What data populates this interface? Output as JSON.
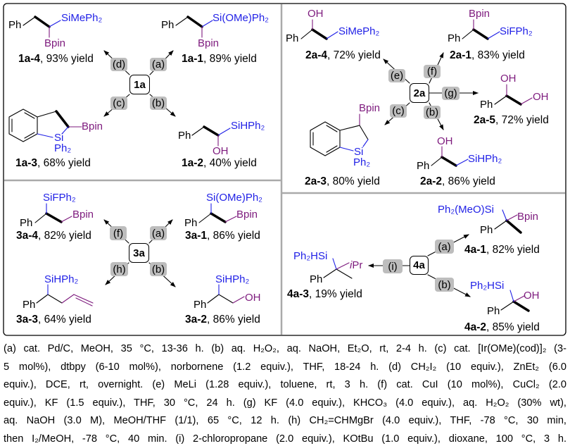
{
  "panel1": {
    "center": "1a",
    "conditions": {
      "d": "(d)",
      "a": "(a)",
      "c": "(c)",
      "b": "(b)"
    },
    "c4": {
      "id": "1a-4",
      "yield": ", 93% yield",
      "ph": "Ph",
      "si": "SiMePh₂",
      "b": "Bpin"
    },
    "c1": {
      "id": "1a-1",
      "yield": ", 89% yield",
      "ph": "Ph",
      "si": "Si(OMe)Ph₂",
      "b": "Bpin"
    },
    "c3": {
      "id": "1a-3",
      "yield": ", 68% yield",
      "b": "Bpin",
      "si": "Si",
      "ph2": "Ph₂"
    },
    "c2": {
      "id": "1a-2",
      "yield": ", 40% yield",
      "ph": "Ph",
      "si": "SiHPh₂",
      "oh": "OH"
    }
  },
  "panel2": {
    "center": "2a",
    "conditions": {
      "e": "(e)",
      "f": "(f)",
      "g": "(g)",
      "c": "(c)",
      "b": "(b)"
    },
    "c4": {
      "id": "2a-4",
      "yield": ", 72% yield",
      "oh": "OH",
      "ph": "Ph",
      "si": "SiMePh₂"
    },
    "c1": {
      "id": "2a-1",
      "yield": ", 83% yield",
      "b": "Bpin",
      "ph": "Ph",
      "si": "SiFPh₂"
    },
    "c5": {
      "id": "2a-5",
      "yield": ", 72% yield",
      "oh1": "OH",
      "ph": "Ph",
      "oh2": "OH"
    },
    "c3": {
      "id": "2a-3",
      "yield": ", 80% yield",
      "b": "Bpin",
      "si": "Si",
      "ph2": "Ph₂"
    },
    "c2": {
      "id": "2a-2",
      "yield": ", 86% yield",
      "oh": "OH",
      "ph": "Ph",
      "si": "SiHPh₂"
    }
  },
  "panel3": {
    "center": "3a",
    "conditions": {
      "f": "(f)",
      "a": "(a)",
      "h": "(h)",
      "b": "(b)"
    },
    "c4": {
      "id": "3a-4",
      "yield": ", 82% yield",
      "si": "SiFPh₂",
      "ph": "Ph",
      "b": "Bpin"
    },
    "c1": {
      "id": "3a-1",
      "yield": ", 86% yield",
      "si": "Si(OMe)Ph₂",
      "ph": "Ph",
      "b": "Bpin"
    },
    "c3": {
      "id": "3a-3",
      "yield": ", 64% yield",
      "si": "SiHPh₂",
      "ph": "Ph"
    },
    "c2": {
      "id": "3a-2",
      "yield": ", 86% yield",
      "si": "SiHPh₂",
      "ph": "Ph",
      "oh": "OH"
    }
  },
  "panel4": {
    "center": "4a",
    "conditions": {
      "a": "(a)",
      "b": "(b)",
      "i": "(i)"
    },
    "c1": {
      "id": "4a-1",
      "yield": ", 82% yield",
      "si": "Ph₂(MeO)Si",
      "b": "Bpin",
      "ph": "Ph"
    },
    "c3": {
      "id": "4a-3",
      "yield": ", 19% yield",
      "si": "Ph₂HSi",
      "ipr": "iPr",
      "ph": "Ph"
    },
    "c2": {
      "id": "4a-2",
      "yield": ", 85% yield",
      "si": "Ph₂HSi",
      "oh": "OH",
      "ph": "Ph"
    }
  },
  "caption_lines": [
    "(a) cat. Pd/C, MeOH, 35 °C, 13-36 h. (b) aq. H₂O₂, aq. NaOH, Et₂O, rt, 2-4 h. (c) cat. [Ir(OMe)(cod)]₂ (3-",
    "5 mol%), dtbpy (6-10 mol%), norbornene (1.2 equiv.), THF, 18-24 h. (d) CH₂I₂ (10 equiv.), ZnEt₂ (6.0",
    "equiv.), DCE, rt, overnight. (e) MeLi (1.28 equiv.), toluene, rt, 3 h. (f) cat. CuI (10 mol%), CuCl₂ (2.0",
    "equiv.), KF (1.5 equiv.), THF, 30 °C, 24 h. (g) KF (4.0 equiv.), KHCO₃ (4.0 equiv.), aq. H₂O₂ (30% wt),",
    "aq. NaOH (3.0 M), MeOH/THF (1/1), 65 °C, 12 h. (h) CH₂=CHMgBr (4.0 equiv.), THF, -78 °C, 30 min,",
    "then I₂/MeOH, -78 °C, 40 min. (i) 2-chloropropane (2.0 equiv.), KOtBu (1.0 equiv.), dioxane, 100 °C, 3 h."
  ],
  "colors": {
    "silicon": "#1f1fe6",
    "boron_oxygen": "#7d1a7d",
    "condition_box": "#bdbdbd"
  }
}
